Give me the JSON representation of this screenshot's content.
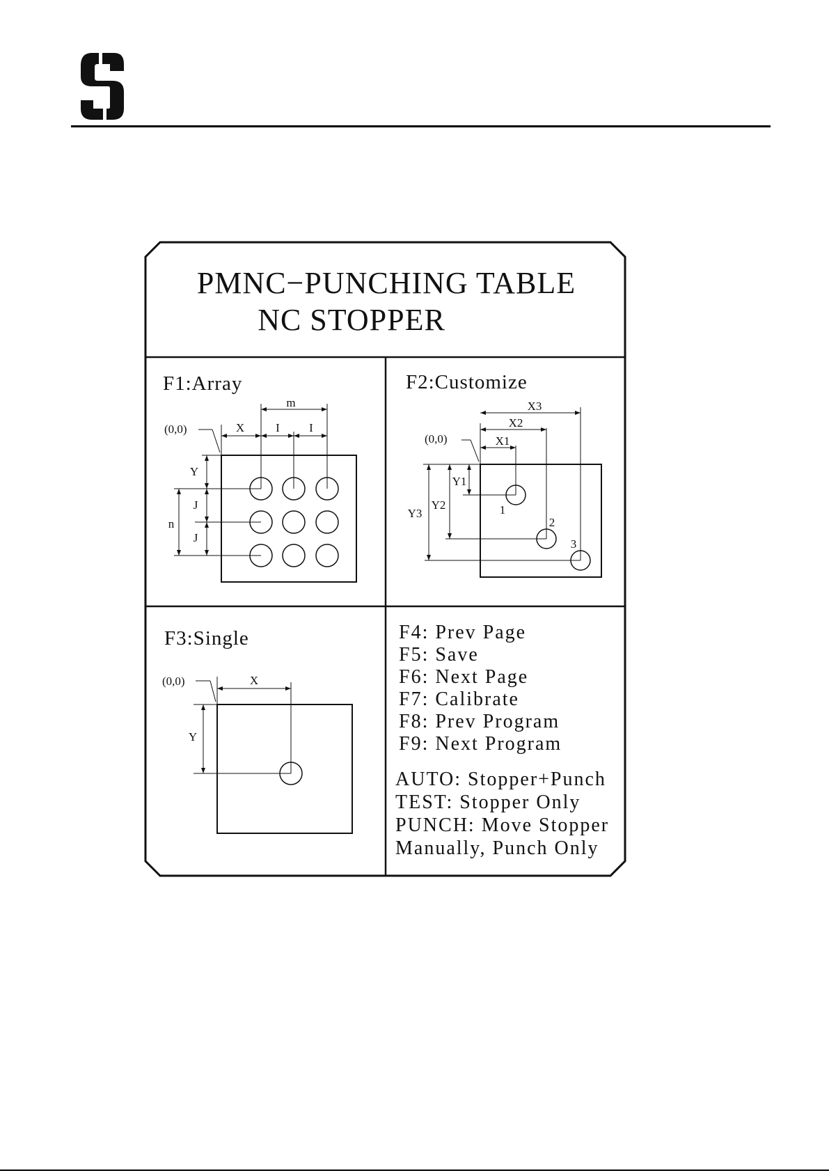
{
  "header": {
    "logo_letter": "S",
    "logo_icon": "stylized-s-logo"
  },
  "panel": {
    "title_line1": "PMNC−PUNCHING TABLE",
    "title_line2": "NC STOPPER"
  },
  "sections": {
    "array": {
      "label": "F1:Array",
      "origin": "(0,0)",
      "dim_m": "m",
      "dim_x": "X",
      "dim_i1": "I",
      "dim_i2": "I",
      "dim_y": "Y",
      "dim_j1": "J",
      "dim_j2": "J",
      "dim_n": "n"
    },
    "customize": {
      "label": "F2:Customize",
      "origin": "(0,0)",
      "dim_x1": "X1",
      "dim_x2": "X2",
      "dim_x3": "X3",
      "dim_y1": "Y1",
      "dim_y2": "Y2",
      "dim_y3": "Y3",
      "point1": "1",
      "point2": "2",
      "point3": "3"
    },
    "single": {
      "label": "F3:Single",
      "origin": "(0,0)",
      "dim_x": "X",
      "dim_y": "Y"
    },
    "keys": {
      "f4": "F4: Prev Page",
      "f5": "F5: Save",
      "f6": "F6: Next Page",
      "f7": "F7: Calibrate",
      "f8": "F8: Prev Program",
      "f9": "F9: Next Program",
      "auto": "AUTO: Stopper+Punch",
      "test": "TEST: Stopper Only",
      "punch1": "PUNCH: Move Stopper",
      "punch2": "Manually, Punch Only"
    }
  },
  "colors": {
    "ink": "#111111",
    "paper": "#ffffff"
  }
}
